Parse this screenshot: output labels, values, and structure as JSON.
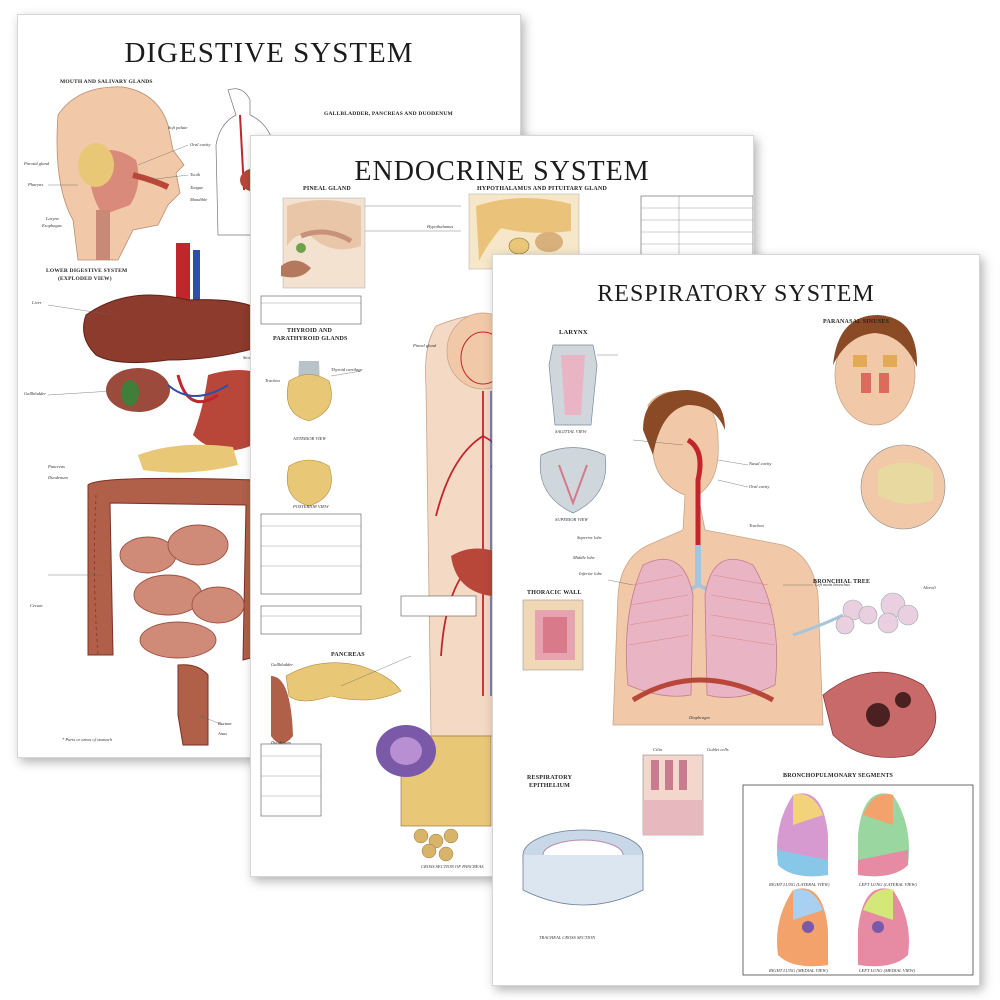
{
  "colors": {
    "organ_red": "#b8473a",
    "organ_dark": "#7e2e24",
    "liver_brown": "#8c3b2c",
    "intestine": "#b06048",
    "artery": "#c0262b",
    "vein": "#2f4fa6",
    "gland_yellow": "#e8c877",
    "lung_pink": "#e9b5c4",
    "skin": "#f1c9a8",
    "hair": "#8a4a25"
  },
  "digestive": {
    "title": "DIGESTIVE SYSTEM",
    "sections": {
      "mouth": "MOUTH AND SALIVARY GLANDS",
      "gallbladder": "GALLBLADDER, PANCREAS AND DUODENUM",
      "lower": "LOWER DIGESTIVE SYSTEM",
      "lower_sub": "(EXPLODED VIEW)"
    },
    "labels": {
      "soft_palate": "Soft palate",
      "oral_cavity": "Oral cavity",
      "tooth": "Tooth",
      "tongue": "Tongue",
      "mandible": "Mandible",
      "parotid_gland": "Parotid gland",
      "pharynx": "Pharynx",
      "larynx": "Larynx",
      "esophagus": "Esophagus",
      "liver": "Liver",
      "gallbladder": "Gallbladder",
      "stomach": "Stomach",
      "pancreas": "Pancreas",
      "duodenum": "Duodenum",
      "cecum": "Cecum",
      "rectum": "Rectum",
      "anus": "Anus",
      "footnote": "* Parts or areas of stomach"
    }
  },
  "endocrine": {
    "title": "ENDOCRINE SYSTEM",
    "sections": {
      "pineal": "PINEAL GLAND",
      "hypothalamus": "HYPOTHALAMUS AND PITUITARY GLAND",
      "thyroid": "THYROID AND",
      "parathyroid": "PARATHYROID GLANDS",
      "pancreas": "PANCREAS"
    },
    "labels": {
      "hypothalamus": "Hypothalamus",
      "pineal_gland": "Pineal gland",
      "thyroid_cartilage": "Thyroid cartilage",
      "trachea": "Trachea",
      "anterior_view": "ANTERIOR VIEW",
      "posterior_view": "POSTERIOR VIEW",
      "gallbladder": "Gallbladder",
      "duodenum": "Duodenum",
      "cross_section": "CROSS SECTION OF PANCREAS"
    }
  },
  "respiratory": {
    "title": "RESPIRATORY SYSTEM",
    "sections": {
      "larynx": "LARYNX",
      "sinuses": "PARANASAL SINUSES",
      "bronchial_tree": "BRONCHIAL TREE",
      "thoracic_wall": "THORACIC WALL",
      "epithelium_1": "RESPIRATORY",
      "epithelium_2": "EPITHELIUM",
      "segments": "BRONCHOPULMONARY SEGMENTS"
    },
    "labels": {
      "superior_view": "SUPERIOR VIEW",
      "sagittal_view": "SAGITTAL VIEW",
      "nasal_cavity": "Nasal cavity",
      "oral_cavity": "Oral cavity",
      "trachea": "Trachea",
      "left_main_bronchus": "Left main bronchus",
      "middle_lobe": "Middle lobe",
      "inferior_lobe": "Inferior lobe",
      "superior_lobe": "Superior lobe",
      "diaphragm": "Diaphragm",
      "alveoli": "Alveoli",
      "goblet_cells": "Goblet cells",
      "cilia": "Cilia",
      "trachea_cross": "TRACHEAL CROSS SECTION",
      "right_lung_lateral": "RIGHT LUNG (LATERAL VIEW)",
      "left_lung_lateral": "LEFT LUNG (LATERAL VIEW)",
      "right_lung_medial": "RIGHT LUNG (MEDIAL VIEW)",
      "left_lung_medial": "LEFT LUNG (MEDIAL VIEW)"
    }
  }
}
